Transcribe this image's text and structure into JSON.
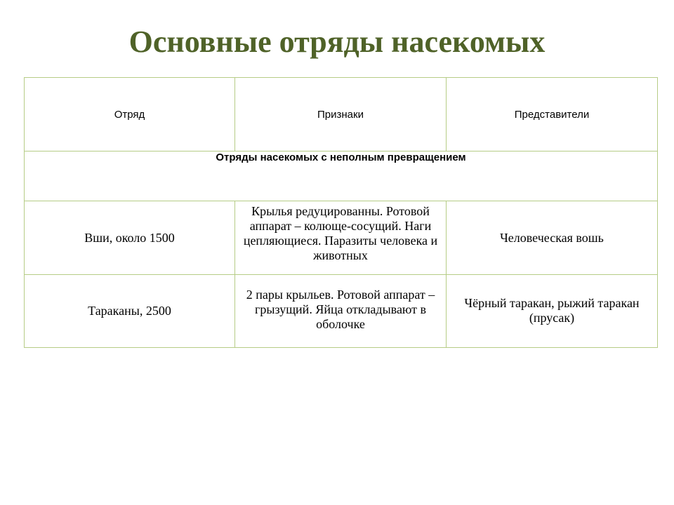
{
  "title": "Основные отряды насекомых",
  "table": {
    "headers": [
      "Отряд",
      "Признаки",
      "Представители"
    ],
    "section_heading": "Отряды насекомых с неполным превращением",
    "rows": [
      {
        "order": "Вши, около 1500",
        "traits": "Крылья редуцированны. Ротовой аппарат – колюще-сосущий. Наги цепляющиеся. Паразиты человека и животных",
        "representatives": "Человеческая вошь"
      },
      {
        "order": "Тараканы, 2500",
        "traits": "2 пары крыльев. Ротовой аппарат – грызущий. Яйца откладывают в оболочке",
        "representatives": "Чёрный таракан, рыжий таракан (прусак)"
      }
    ]
  },
  "colors": {
    "title": "#4f6228",
    "table_border": "#b6cc86"
  }
}
